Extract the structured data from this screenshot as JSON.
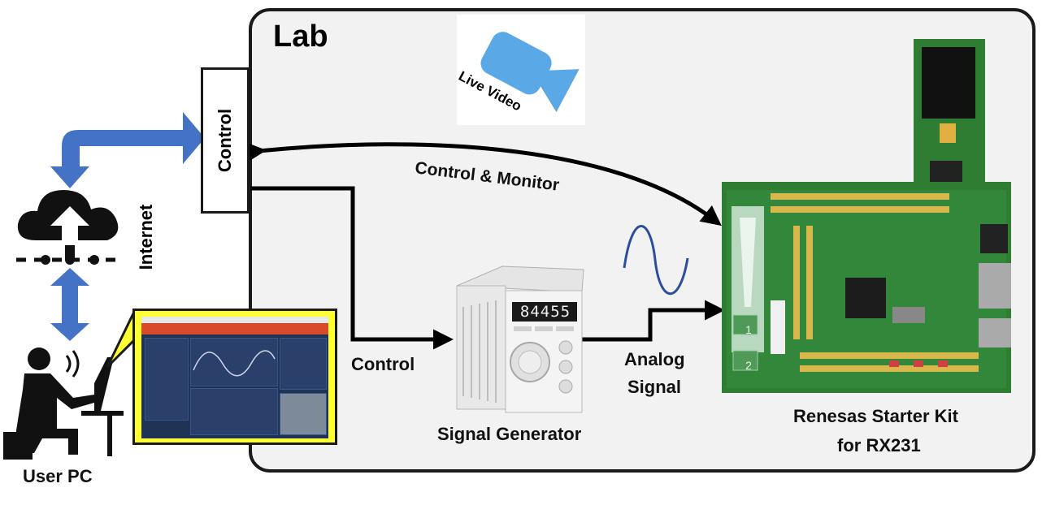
{
  "lab": {
    "title": "Lab"
  },
  "control_box": {
    "label": "Control"
  },
  "labels": {
    "internet": "Internet",
    "user_pc": "User PC",
    "control_monitor": "Control & Monitor",
    "control_link": "Control",
    "analog_signal_line1": "Analog",
    "analog_signal_line2": "Signal",
    "signal_generator": "Signal Generator",
    "rsk_line1": "Renesas Starter Kit",
    "rsk_line2": "for RX231"
  },
  "video": {
    "label": "Live Video"
  },
  "signal_generator": {
    "display": "84455"
  },
  "board": {
    "btn1": "1",
    "btn2": "2"
  },
  "colors": {
    "arrow_blue": "#4472c4",
    "callout_yellow": "#ffff33",
    "board_green": "#2e7d32",
    "wave_blue": "#2d4e9c"
  }
}
